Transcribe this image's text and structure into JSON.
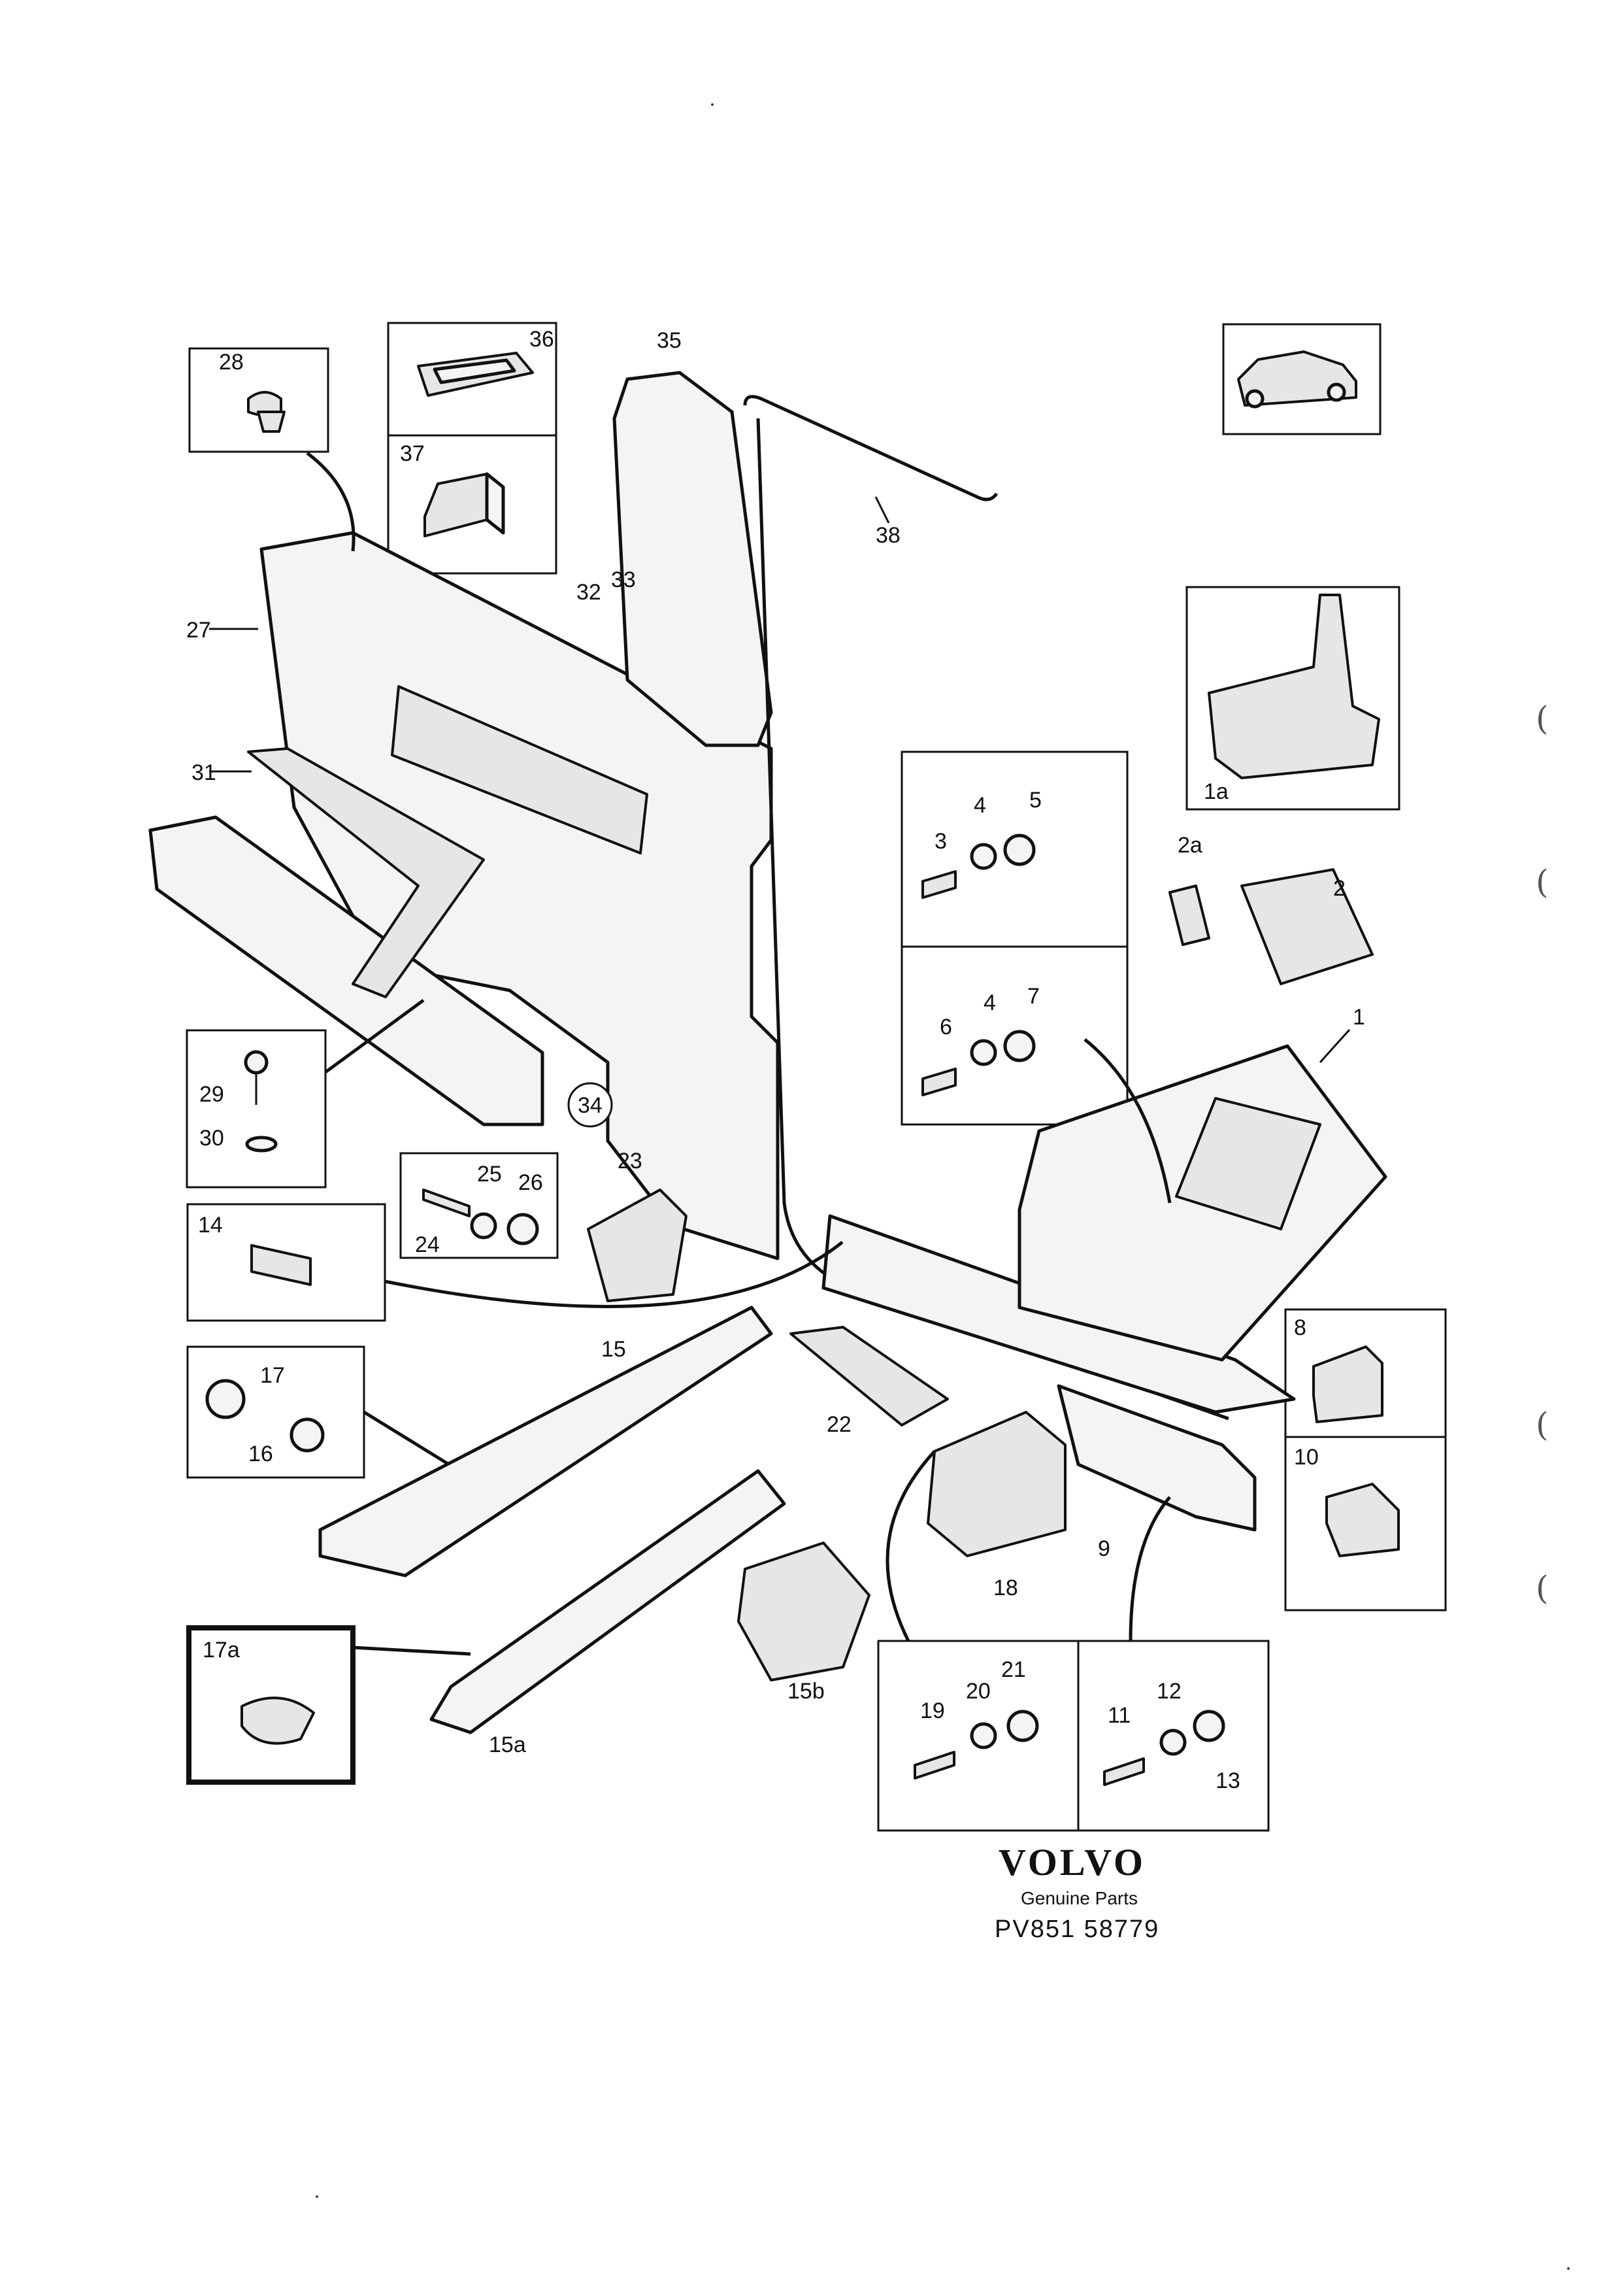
{
  "labels": [
    "1",
    "1a",
    "2",
    "2a",
    "3",
    "4",
    "5",
    "4",
    "6",
    "7",
    "8",
    "9",
    "10",
    "11",
    "12",
    "13",
    "14",
    "15",
    "15a",
    "15b",
    "16",
    "17",
    "17a",
    "18",
    "19",
    "20",
    "21",
    "22",
    "23",
    "24",
    "25",
    "26",
    "27",
    "28",
    "29",
    "30",
    "31",
    "32",
    "33",
    "34",
    "35",
    "36",
    "37",
    "38"
  ],
  "footer": {
    "brand": "VOLVO",
    "tagline": "Genuine Parts",
    "code": "PV851  58779"
  },
  "margin_marks": [
    "(",
    "(",
    "(",
    "("
  ]
}
